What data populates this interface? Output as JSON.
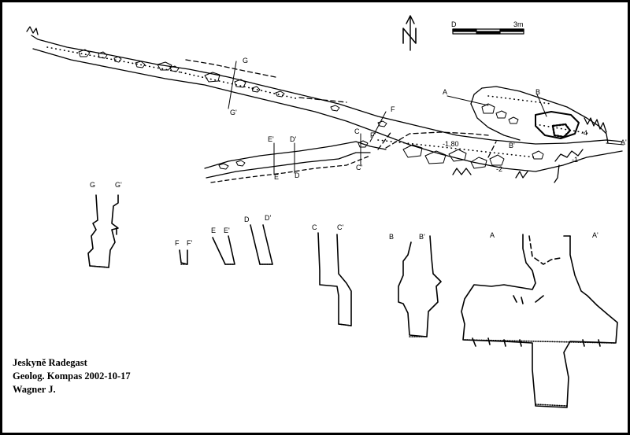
{
  "caption": {
    "cave_name": "Jeskyně Radegast",
    "survey_line": "Geolog. Kompas 2002-10-17",
    "author": "Wagner J."
  },
  "scale_bar": {
    "start_label": "D",
    "end_label": "3m"
  },
  "north_label": "N",
  "plan_section_labels": {
    "G": "G",
    "G1": "G'",
    "F": "F",
    "F1": "F'",
    "E1": "E'",
    "D1": "D'",
    "E": "E",
    "D": "D",
    "C": "C",
    "C1": "C'",
    "A": "A",
    "A1": "A'",
    "B": "B",
    "B1": "B'"
  },
  "depth_labels": {
    "m1": "-1",
    "m2": "-2",
    "m4": "-4",
    "m180": "-1,80"
  },
  "cross_sections": [
    {
      "id": "G",
      "left": "G",
      "right": "G'"
    },
    {
      "id": "F",
      "left": "F",
      "right": "F'"
    },
    {
      "id": "E",
      "left": "E",
      "right": "E'"
    },
    {
      "id": "D",
      "left": "D",
      "right": "D'"
    },
    {
      "id": "C",
      "left": "C",
      "right": "C'"
    },
    {
      "id": "B",
      "left": "B",
      "right": "B'"
    },
    {
      "id": "A",
      "left": "A",
      "right": "A'"
    }
  ]
}
